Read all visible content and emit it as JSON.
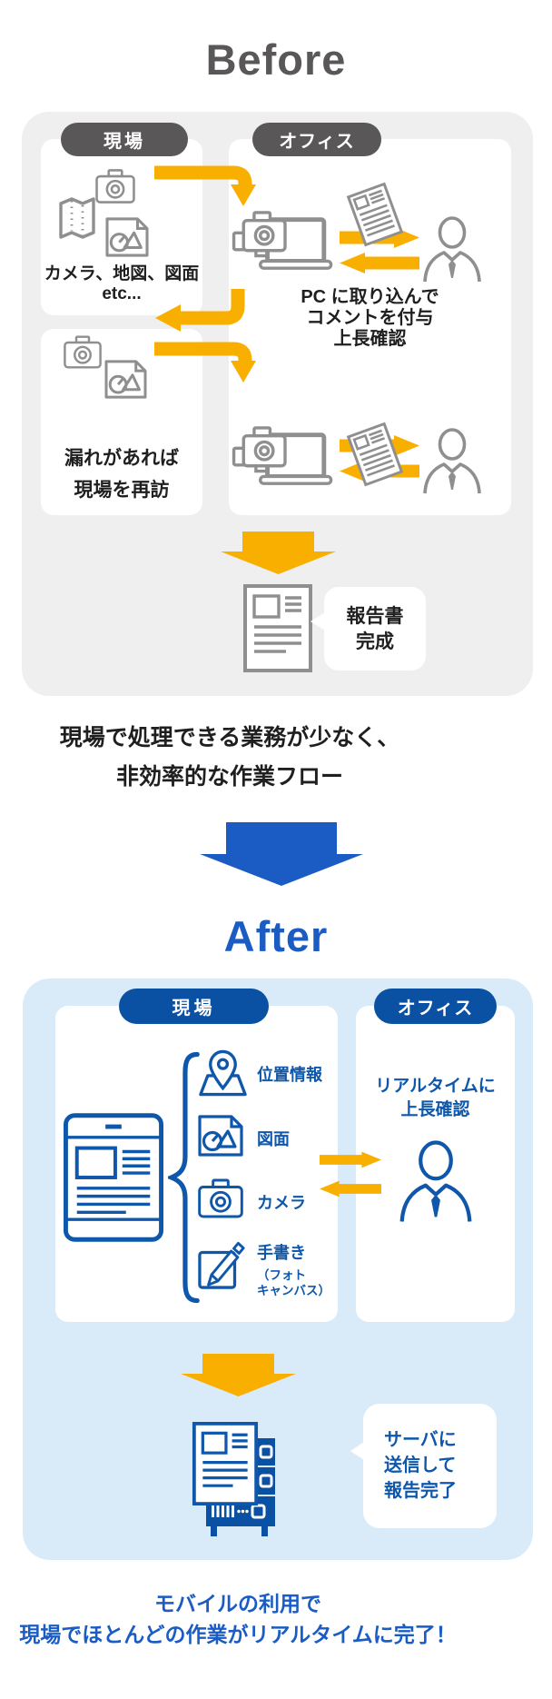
{
  "colors": {
    "yellow": "#F8AF00",
    "blue_deep": "#0B51A3",
    "blue_mid": "#0E57AB",
    "blue_bright": "#1A5CC3",
    "gray_dark": "#595757",
    "gray_icon": "#8F8F8F",
    "gray_bg": "#EFEFEF",
    "lightblue_bg": "#D9EBF9",
    "text_dark": "#1F1F1F"
  },
  "before": {
    "title": "Before",
    "site_label": "現場",
    "office_label": "オフィス",
    "panel1": {
      "caption1": "カメラ、地図、図面",
      "caption2": "etc..."
    },
    "panel2": {
      "caption1": "漏れがあれば",
      "caption2": "現場を再訪"
    },
    "office_panel": {
      "line1": "PC に取り込んで",
      "line2": "コメントを付与",
      "line3": "上長確認"
    },
    "report_bubble": {
      "line1": "報告書",
      "line2": "完成"
    },
    "summary": {
      "line1": "現場で処理できる業務が少なく、",
      "line2": "非効率的な作業フロー"
    }
  },
  "after": {
    "title": "After",
    "site_label": "現場",
    "office_label": "オフィス",
    "features": [
      {
        "label": "位置情報"
      },
      {
        "label": "図面"
      },
      {
        "label": "カメラ"
      },
      {
        "label": "手書き",
        "sub1": "（フォト",
        "sub2": "キャンバス）"
      }
    ],
    "office_panel": {
      "line1": "リアルタイムに",
      "line2": "上長確認"
    },
    "server_bubble": {
      "line1": "サーバに",
      "line2": "送信して",
      "line3": "報告完了"
    },
    "summary": {
      "line1": "モバイルの利用で",
      "line2": "現場でほとんどの作業がリアルタイムに完了！"
    }
  }
}
